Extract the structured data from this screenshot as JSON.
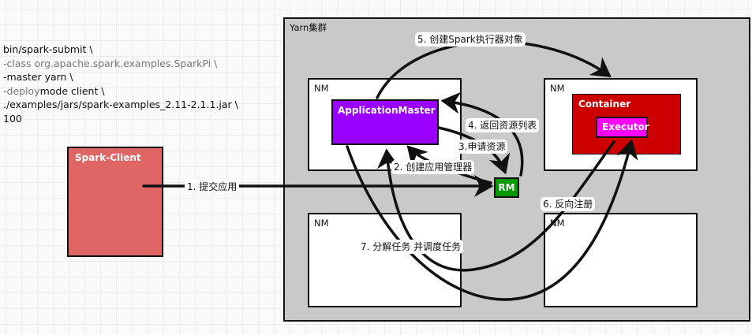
{
  "command": {
    "lines": [
      {
        "parts": [
          {
            "text": "bin/spark-submit \\",
            "dim": false
          }
        ]
      },
      {
        "parts": [
          {
            "text": "-class org.apache.spark.examples.SparkPi \\",
            "dim": true
          }
        ]
      },
      {
        "parts": [
          {
            "text": "-master yarn \\",
            "dim": false
          }
        ]
      },
      {
        "parts": [
          {
            "text": "-deploy",
            "dim": true
          },
          {
            "text": "mode client \\",
            "dim": false
          }
        ]
      },
      {
        "parts": [
          {
            "text": "./examples/jars/spark-examples_2.11-2.1.1.jar \\",
            "dim": false
          }
        ]
      },
      {
        "parts": [
          {
            "text": "100",
            "dim": false
          }
        ]
      }
    ]
  },
  "nodes": {
    "cluster": "Yarn集群",
    "client": "Spark-Client",
    "nm_top_left": "NM",
    "nm_top_right": "NM",
    "nm_bottom_left": "NM",
    "nm_bottom_right": "NM",
    "application_master": "ApplicationMaster",
    "container": "Container",
    "executor": "Executor",
    "rm": "RM"
  },
  "colors": {
    "client": "#e06666",
    "application_master": "#9900ff",
    "container": "#cc0000",
    "executor": "#ff00ff",
    "rm": "#009900",
    "cluster": "#c9c9c9"
  },
  "steps": {
    "s1": "1. 提交应用",
    "s2": "2. 创建应用管理器",
    "s3": "3.申请资源",
    "s4": "4. 返回资源列表",
    "s5": "5. 创建Spark执行器对象",
    "s6": "6. 反向注册",
    "s7": "7. 分解任务 并调度任务"
  }
}
